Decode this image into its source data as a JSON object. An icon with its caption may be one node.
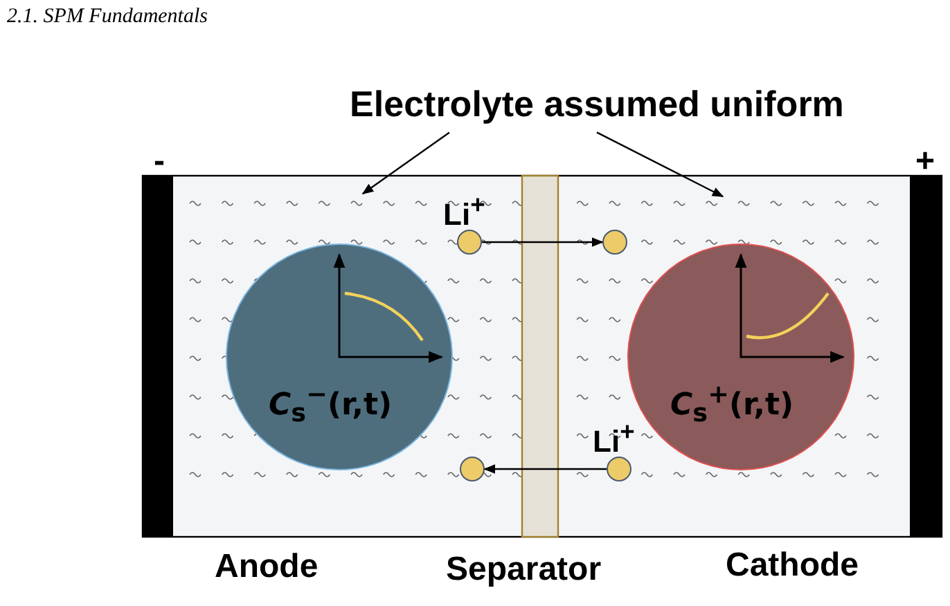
{
  "diagram": {
    "nodes": [
      {
        "text": [
          "Electrolyte assumed uniform"
        ]
      },
      {
        "text": [
          "*C*$_{s}$$^{−}$(r,t)"
        ]
      },
      {
        "text": [
          "*C*$_{s}$$^{+}$(r,t)"
        ]
      },
      {
        "text": [],
        "shape": "circle",
        "beside": [
          "Li$^{+}$"
        ]
      },
      {
        "text": [],
        "shape": "circle"
      },
      {
        "text": [],
        "shape": "circle"
      },
      {
        "text": [],
        "shape": "circle",
        "beside": [
          "Li$^{+}$"
        ]
      }
    ],
    "edges": [
      {
        "from": 0,
        "to": null,
        "arrow": "to"
      },
      {
        "from": 0,
        "to": null,
        "arrow": "to"
      },
      {
        "from": 3,
        "to": 4,
        "arrow": "to"
      },
      {
        "from": 6,
        "to": 5,
        "arrow": "to"
      }
    ],
    "labels": [
      "2.1. SPM Fundamentals",
      "-",
      "+",
      "Anode",
      "Separator",
      "Cathode"
    ]
  }
}
